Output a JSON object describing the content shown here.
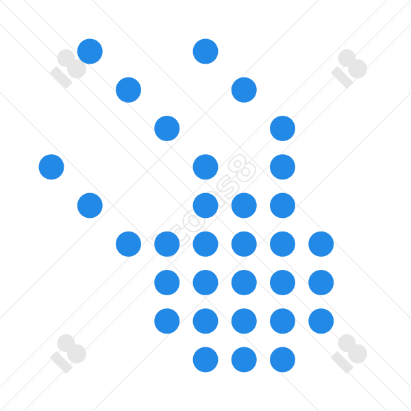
{
  "image": {
    "subject": "dotted-hand-pointer-icon",
    "background_color": "#ffffff",
    "dot_color": "#2389e6",
    "watermark_color": "#e6e6e6",
    "watermark_text": "icons8",
    "dot_rows": [
      {
        "row": 1,
        "dots": [
          1,
          4
        ]
      },
      {
        "row": 2,
        "dots": [
          2,
          5
        ]
      },
      {
        "row": 3,
        "dots": [
          3,
          6
        ]
      },
      {
        "row": 4,
        "dots": [
          0,
          4,
          6
        ]
      },
      {
        "row": 5,
        "dots": [
          1,
          4,
          5,
          6
        ]
      },
      {
        "row": 6,
        "dots": [
          2,
          3,
          4,
          5,
          6,
          7
        ]
      },
      {
        "row": 7,
        "dots": [
          3,
          4,
          5,
          6,
          7
        ]
      },
      {
        "row": 8,
        "dots": [
          3,
          4,
          5,
          6,
          7
        ]
      },
      {
        "row": 9,
        "dots": [
          4,
          5,
          6
        ]
      }
    ]
  }
}
